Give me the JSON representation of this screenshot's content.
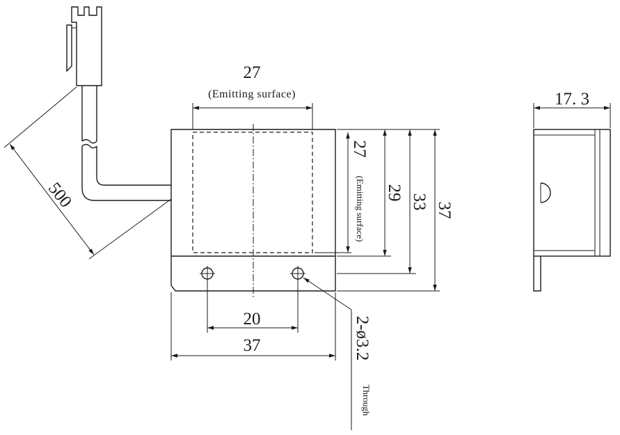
{
  "dimensions": {
    "emit_width_value": "27",
    "emit_width_note": "(Emitting surface)",
    "emit_height_value": "27",
    "emit_height_note": "(Emitting surface)",
    "height_29": "29",
    "height_33": "33",
    "height_37": "37",
    "hole_spacing": "20",
    "body_width": "37",
    "cable_length": "500",
    "side_depth": "17. 3",
    "hole_spec": "2-ø3.2",
    "hole_note": "Through"
  },
  "colors": {
    "line": "#1a1a1a",
    "background": "#ffffff"
  }
}
